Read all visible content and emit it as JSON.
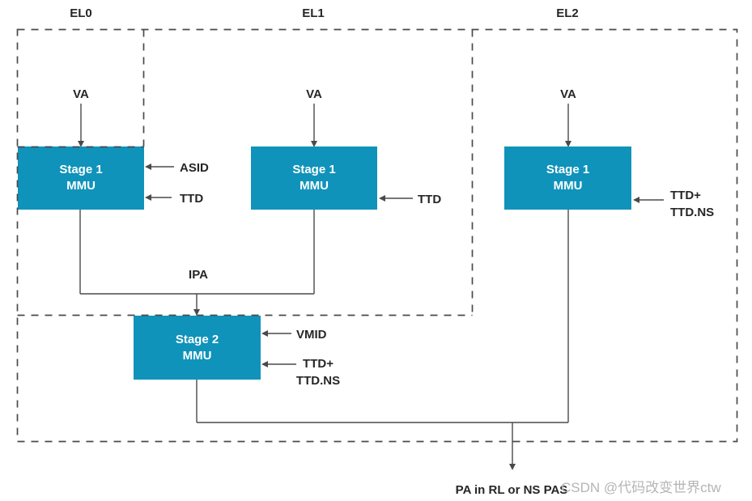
{
  "colors": {
    "box_fill": "#1093BA",
    "box_text": "#ffffff",
    "line": "#4a4a4a",
    "label_text": "#262626",
    "watermark_text": "#b5b5b5",
    "bg": "#ffffff"
  },
  "headers": {
    "el0": "EL0",
    "el1": "EL1",
    "el2": "EL2"
  },
  "boxes": {
    "stage1_el0": {
      "line1": "Stage 1",
      "line2": "MMU"
    },
    "stage1_el1": {
      "line1": "Stage 1",
      "line2": "MMU"
    },
    "stage1_el2": {
      "line1": "Stage 1",
      "line2": "MMU"
    },
    "stage2": {
      "line1": "Stage 2",
      "line2": "MMU"
    }
  },
  "labels": {
    "va_el0": "VA",
    "va_el1": "VA",
    "va_el2": "VA",
    "asid": "ASID",
    "ttd_el0": "TTD",
    "ttd_el1": "TTD",
    "ttd_el2_line1": "TTD+",
    "ttd_el2_line2": "TTD.NS",
    "ipa": "IPA",
    "vmid": "VMID",
    "ttd_stage2_line1": "TTD+",
    "ttd_stage2_line2": "TTD.NS",
    "output": "PA in RL or NS PAS"
  },
  "watermark": "CSDN @代码改变世界ctw"
}
